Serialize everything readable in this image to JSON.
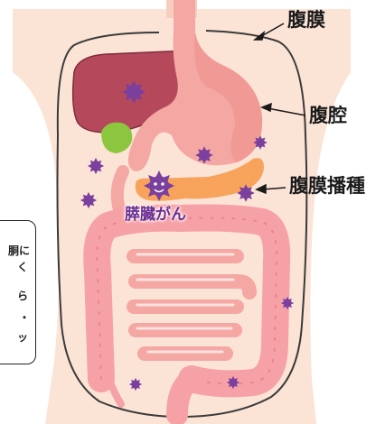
{
  "labels": {
    "peritoneum": "腹膜",
    "peritoneal_cavity": "腹腔",
    "peritoneal_dissemination": "腹膜播種",
    "pancreatic_cancer": "膵臓がん"
  },
  "side_note": {
    "fragments": [
      "胴に",
      "く",
      "ら",
      "・",
      "ッ"
    ]
  },
  "colors": {
    "skin": "#fbe3d6",
    "liver": "#b5495b",
    "gallbladder": "#8cc63f",
    "stomach": "#f4a7a3",
    "pancreas": "#f7a35c",
    "intestine": "#f6a1a6",
    "cancer_cell": "#7b3f9e",
    "outline": "#3a3a3a"
  }
}
